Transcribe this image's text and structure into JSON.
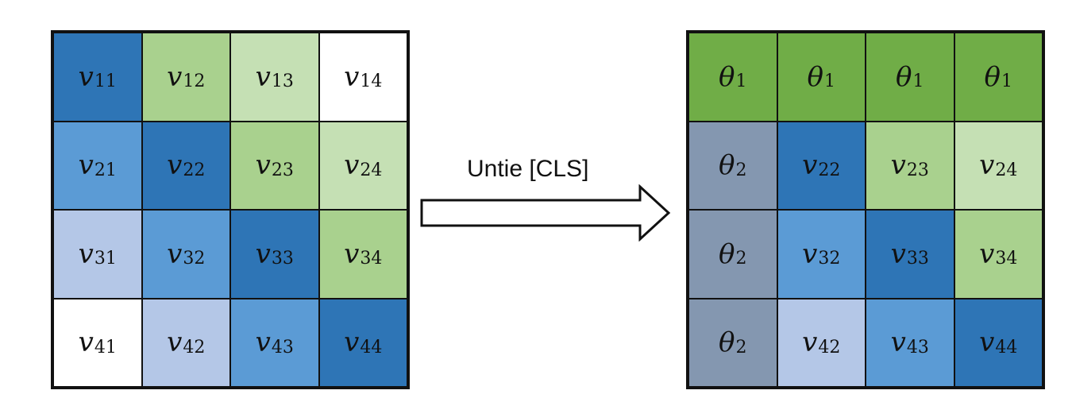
{
  "colors": {
    "dark_blue": "#2e75b6",
    "mid_blue": "#5b9bd5",
    "light_blue": "#b4c7e7",
    "mid_green": "#a9d18e",
    "light_green": "#c5e0b4",
    "dark_green": "#70ad47",
    "gray_blue": "#8497b0",
    "white": "#ffffff"
  },
  "left_matrix": [
    [
      {
        "base": "v",
        "sub": "11",
        "color": "dark_blue"
      },
      {
        "base": "v",
        "sub": "12",
        "color": "mid_green"
      },
      {
        "base": "v",
        "sub": "13",
        "color": "light_green"
      },
      {
        "base": "v",
        "sub": "14",
        "color": "white"
      }
    ],
    [
      {
        "base": "v",
        "sub": "21",
        "color": "mid_blue"
      },
      {
        "base": "v",
        "sub": "22",
        "color": "dark_blue"
      },
      {
        "base": "v",
        "sub": "23",
        "color": "mid_green"
      },
      {
        "base": "v",
        "sub": "24",
        "color": "light_green"
      }
    ],
    [
      {
        "base": "v",
        "sub": "31",
        "color": "light_blue"
      },
      {
        "base": "v",
        "sub": "32",
        "color": "mid_blue"
      },
      {
        "base": "v",
        "sub": "33",
        "color": "dark_blue"
      },
      {
        "base": "v",
        "sub": "34",
        "color": "mid_green"
      }
    ],
    [
      {
        "base": "v",
        "sub": "41",
        "color": "white"
      },
      {
        "base": "v",
        "sub": "42",
        "color": "light_blue"
      },
      {
        "base": "v",
        "sub": "43",
        "color": "mid_blue"
      },
      {
        "base": "v",
        "sub": "44",
        "color": "dark_blue"
      }
    ]
  ],
  "right_matrix": [
    [
      {
        "base": "θ",
        "sub": "1",
        "color": "dark_green"
      },
      {
        "base": "θ",
        "sub": "1",
        "color": "dark_green"
      },
      {
        "base": "θ",
        "sub": "1",
        "color": "dark_green"
      },
      {
        "base": "θ",
        "sub": "1",
        "color": "dark_green"
      }
    ],
    [
      {
        "base": "θ",
        "sub": "2",
        "color": "gray_blue"
      },
      {
        "base": "v",
        "sub": "22",
        "color": "dark_blue"
      },
      {
        "base": "v",
        "sub": "23",
        "color": "mid_green"
      },
      {
        "base": "v",
        "sub": "24",
        "color": "light_green"
      }
    ],
    [
      {
        "base": "θ",
        "sub": "2",
        "color": "gray_blue"
      },
      {
        "base": "v",
        "sub": "32",
        "color": "mid_blue"
      },
      {
        "base": "v",
        "sub": "33",
        "color": "dark_blue"
      },
      {
        "base": "v",
        "sub": "34",
        "color": "mid_green"
      }
    ],
    [
      {
        "base": "θ",
        "sub": "2",
        "color": "gray_blue"
      },
      {
        "base": "v",
        "sub": "42",
        "color": "light_blue"
      },
      {
        "base": "v",
        "sub": "43",
        "color": "mid_blue"
      },
      {
        "base": "v",
        "sub": "44",
        "color": "dark_blue"
      }
    ]
  ],
  "arrow": {
    "label": "Untie [CLS]"
  }
}
